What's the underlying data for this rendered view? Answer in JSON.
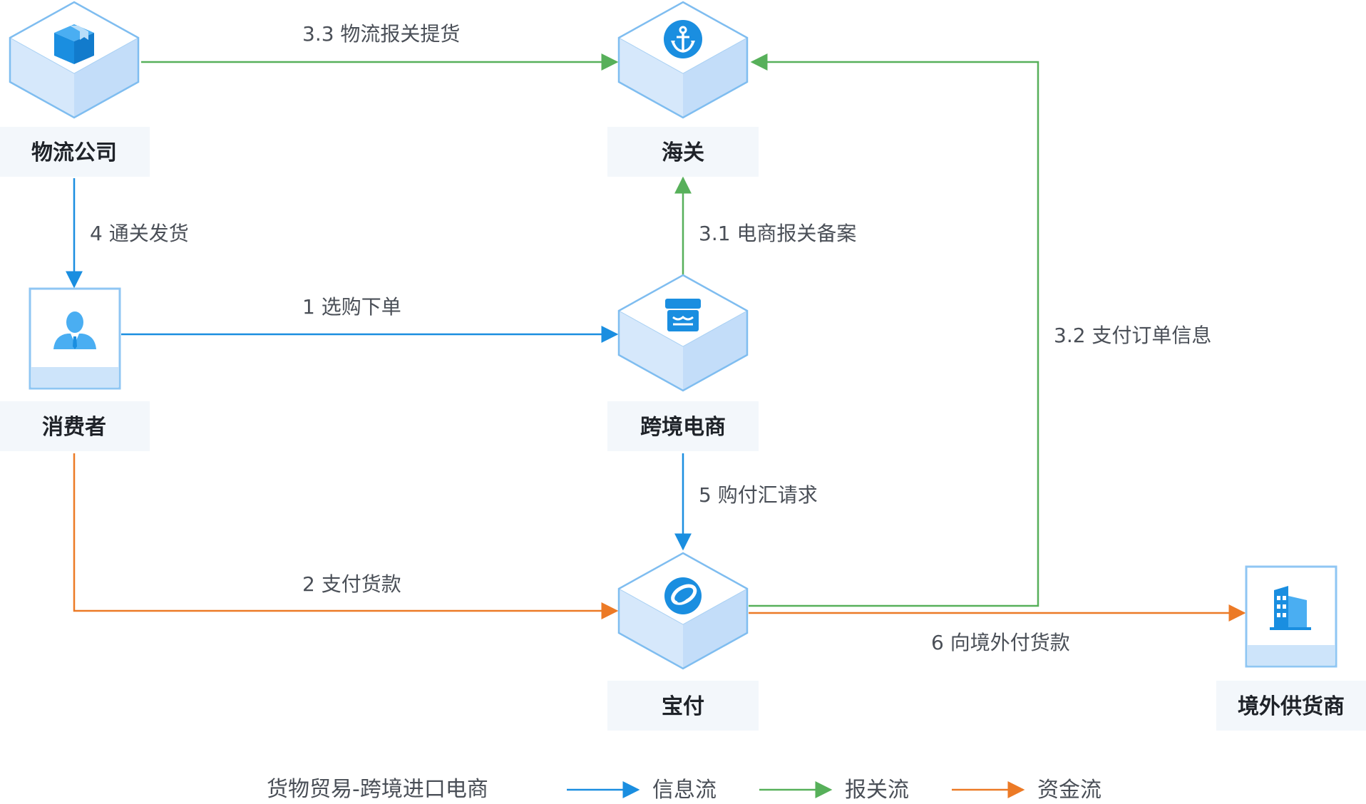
{
  "nodes": {
    "logistics": {
      "label": "物流公司",
      "icon": "package-icon"
    },
    "customs": {
      "label": "海关",
      "icon": "anchor-icon"
    },
    "consumer": {
      "label": "消费者",
      "icon": "user-icon"
    },
    "ecommerce": {
      "label": "跨境电商",
      "icon": "store-icon"
    },
    "baofu": {
      "label": "宝付",
      "icon": "baofu-logo-icon"
    },
    "supplier": {
      "label": "境外供货商",
      "icon": "building-icon"
    }
  },
  "flows": {
    "f1": "1 选购下单",
    "f2": "2 支付货款",
    "f31": "3.1 电商报关备案",
    "f32": "3.2 支付订单信息",
    "f33": "3.3 物流报关提货",
    "f4": "4 通关发货",
    "f5": "5 购付汇请求",
    "f6": "6 向境外付货款"
  },
  "legend": {
    "title": "货物贸易-跨境进口电商",
    "info": "信息流",
    "customs": "报关流",
    "fund": "资金流"
  },
  "colors": {
    "info": "#1a8ee0",
    "customs": "#57b05a",
    "fund": "#ec7a26",
    "label_bg": "#f3f7fb",
    "cube_top": "#ffffff",
    "cube_left": "#dcecfb",
    "cube_right": "#c6defa",
    "cube_edge": "#7fbdf0",
    "icon": "#1a8ee0"
  }
}
